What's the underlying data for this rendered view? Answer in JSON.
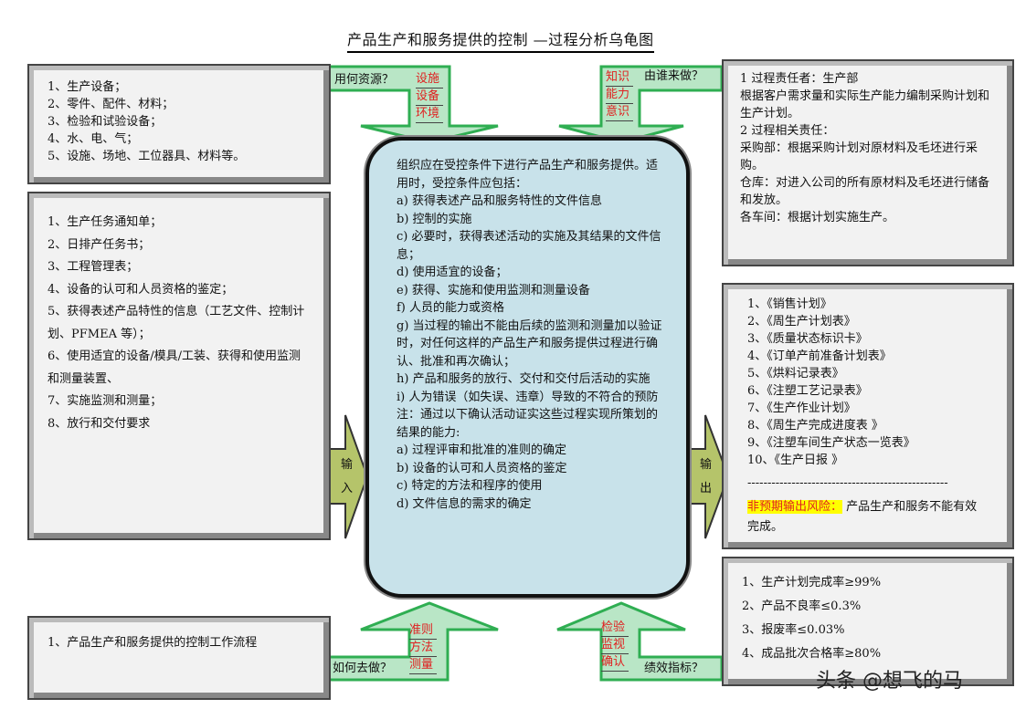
{
  "title": "产品生产和服务提供的控制 —过程分析乌龟图",
  "resources": {
    "items": [
      "1、生产设备；",
      "2、零件、配件、材料；",
      "3、检验和试验设备；",
      "4、水、电、气；",
      "5、设施、场地、工位器具、材料等。"
    ]
  },
  "inputs": {
    "items": [
      "1、生产任务通知单；",
      "2、日排产任务书；",
      "3、工程管理表；",
      "4、设备的认可和人员资格的鉴定；",
      "5、获得表述产品特性的信息（工艺文件、控制计划、PFMEA 等）；",
      "6、使用适宜的设备/模具/工装、获得和使用监测和测量装置、",
      "7、实施监测和测量；",
      "8、放行和交付要求"
    ]
  },
  "methods": {
    "items": [
      "1、产品生产和服务提供的控制工作流程"
    ]
  },
  "responsibility": {
    "items": [
      "1 过程责任者：生产部",
      "根据客户需求量和实际生产能力编制采购计划和生产计划。",
      "2 过程相关责任：",
      "采购部：根据采购计划对原材料及毛坯进行采购。",
      "仓库：对进入公司的所有原材料及毛坯进行储备和发放。",
      "各车间：根据计划实施生产。"
    ]
  },
  "outputs": {
    "items": [
      "1、《销售计划》",
      "2、《周生产计划表》",
      "3、《质量状态标识卡》",
      "4、《订单产前准备计划表》",
      "5、《烘料记录表》",
      "6、《注塑工艺记录表》",
      "7、《生产作业计划》",
      "8、《周生产完成进度表 》",
      "9、《注塑车间生产状态一览表》",
      "10、《生产日报 》"
    ],
    "divider": "--------------------------------------------------",
    "risk_label": "非预期输出风险：",
    "risk_text": " 产品生产和服务不能有效完成。"
  },
  "kpi": {
    "items": [
      "1、生产计划完成率≥99%",
      "2、产品不良率≤0.3%",
      "3、报废率≤0.03%",
      "4、成品批次合格率≥80%"
    ]
  },
  "center": {
    "lines": [
      "组织应在受控条件下进行产品生产和服务提供。适用时，受控条件应包括：",
      "a) 获得表述产品和服务特性的文件信息",
      "b) 控制的实施",
      "c) 必要时，获得表述活动的实施及其结果的文件信息；",
      "d) 使用适宜的设备；",
      "e) 获得、实施和使用监测和测量设备",
      "f) 人员的能力或资格",
      "g) 当过程的输出不能由后续的监测和测量加以验证时，对任何这样的产品生产和服务提供过程进行确认、批准和再次确认；",
      "h) 产品和服务的放行、交付和交付后活动的实施",
      "i) 人为错误（如失误、违章）导致的不符合的预防",
      "注：通过以下确认活动证实这些过程实现所策划的结果的能力:",
      "a) 过程评审和批准的准则的确定",
      "b) 设备的认可和人员资格的鉴定",
      "c) 特定的方法和程序的使用",
      "d) 文件信息的需求的确定"
    ]
  },
  "arrows": {
    "resource": {
      "question": "用何资源？",
      "tags": [
        "设施",
        "设备",
        "环境"
      ]
    },
    "who": {
      "question": "由谁来做？",
      "tags": [
        "知识",
        "能力",
        "意识"
      ]
    },
    "how": {
      "question": "如何去做？",
      "tags": [
        "准则",
        "方法",
        "测量"
      ]
    },
    "kpi": {
      "question": "绩效指标？",
      "tags": [
        "检验",
        "监视",
        "确认"
      ]
    },
    "input": "输入",
    "output": "输出"
  },
  "watermark": "头条 @想飞的马"
}
